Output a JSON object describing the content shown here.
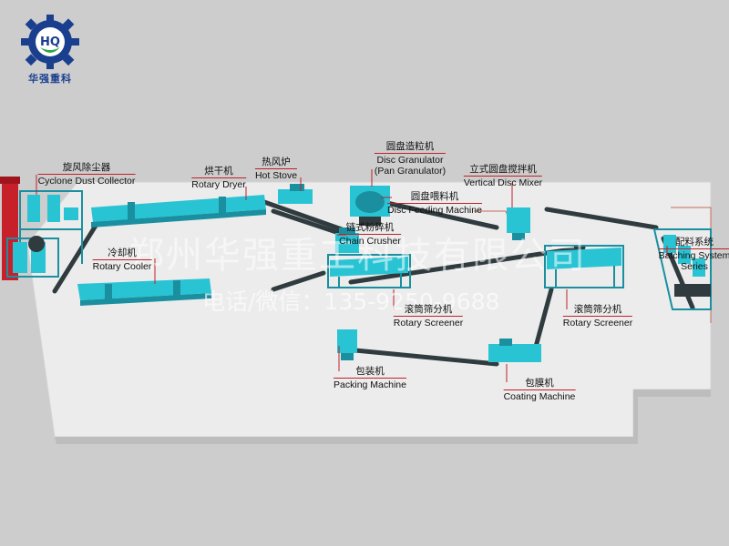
{
  "logo": {
    "brand": "华强重科",
    "letters": "HQ"
  },
  "watermark": {
    "company": "郑州华强重工科技有限公司",
    "phone": "电话/微信：135-9250-9688"
  },
  "colors": {
    "equipment": "#29c4d4",
    "equipment_dark": "#1a8fa0",
    "conveyor": "#2f3b3e",
    "floor": "#ececec",
    "chimney": "#c8202a",
    "label_line": "#c0202a",
    "logo_blue": "#1a3f8f"
  },
  "labels": {
    "cyclone": {
      "cn": "旋风除尘器",
      "en": "Cyclone Dust Collector"
    },
    "dryer": {
      "cn": "烘干机",
      "en": "Rotary Dryer"
    },
    "hot_stove": {
      "cn": "热风炉",
      "en": "Hot Stove"
    },
    "disc_granulator": {
      "cn": "圆盘造粒机",
      "en": "Disc Granulator",
      "en2": "(Pan Granulator)"
    },
    "disc_feeding": {
      "cn": "圆盘喂料机",
      "en": "Disc Feeding Machine"
    },
    "vertical_mixer": {
      "cn": "立式圆盘搅拌机",
      "en": "Vertical Disc Mixer"
    },
    "chain_crusher": {
      "cn": "链式粉碎机",
      "en": "Chain Crusher"
    },
    "cooler": {
      "cn": "冷却机",
      "en": "Rotary Cooler"
    },
    "screener_1": {
      "cn": "滚筒筛分机",
      "en": "Rotary Screener"
    },
    "screener_2": {
      "cn": "滚筒筛分机",
      "en": "Rotary Screener"
    },
    "batching": {
      "cn": "配料系统",
      "en": "Batching System",
      "en2": "Series"
    },
    "packing": {
      "cn": "包装机",
      "en": "Packing Machine"
    },
    "coating": {
      "cn": "包膜机",
      "en": "Coating Machine"
    }
  }
}
